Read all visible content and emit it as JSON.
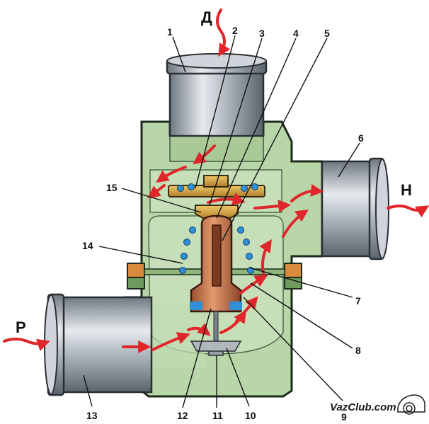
{
  "flow_labels": {
    "top_inlet": "Д",
    "left_inlet": "Р",
    "right_outlet": "Н"
  },
  "callouts": [
    "1",
    "2",
    "3",
    "4",
    "5",
    "6",
    "7",
    "8",
    "9",
    "10",
    "11",
    "12",
    "13",
    "14",
    "15"
  ],
  "watermark": {
    "text": "VazClub.com"
  },
  "colors": {
    "housing": "#b9d6a8",
    "housing_dark": "#6f9a5e",
    "outline": "#1c2a1c",
    "pipe": "#9aa3ab",
    "valve_brass": "#d7a64a",
    "wax_element": "#c0704a",
    "spring": "#2f8fd8",
    "flow_arrow": "#e1262b"
  }
}
